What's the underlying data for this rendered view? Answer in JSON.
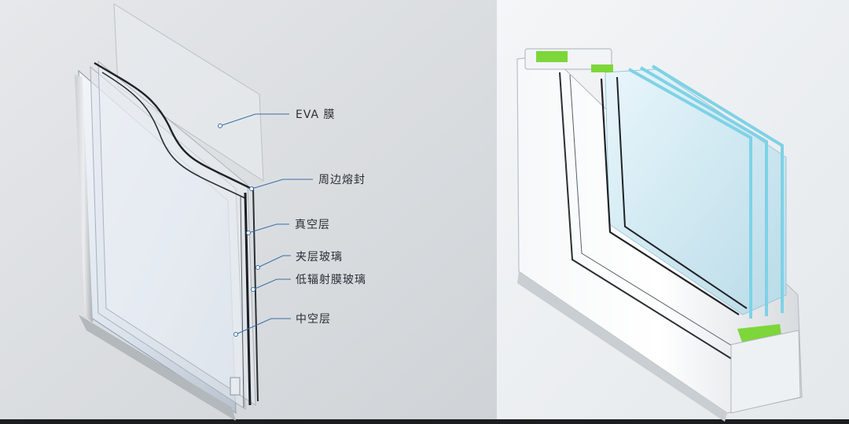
{
  "left_diagram": {
    "labels": {
      "eva": "EVA 膜",
      "edge_seal": "周边熔封",
      "vacuum": "真空层",
      "laminated": "夹层玻璃",
      "lowe": "低辐射膜玻璃",
      "hollow": "中空层"
    }
  },
  "colors": {
    "background_left": "#d9dcdf",
    "background_right": "#eef1f3",
    "leader": "#3b6ea5",
    "glass_edge": "#7fd2e6",
    "seal_green": "#7dd63a"
  }
}
